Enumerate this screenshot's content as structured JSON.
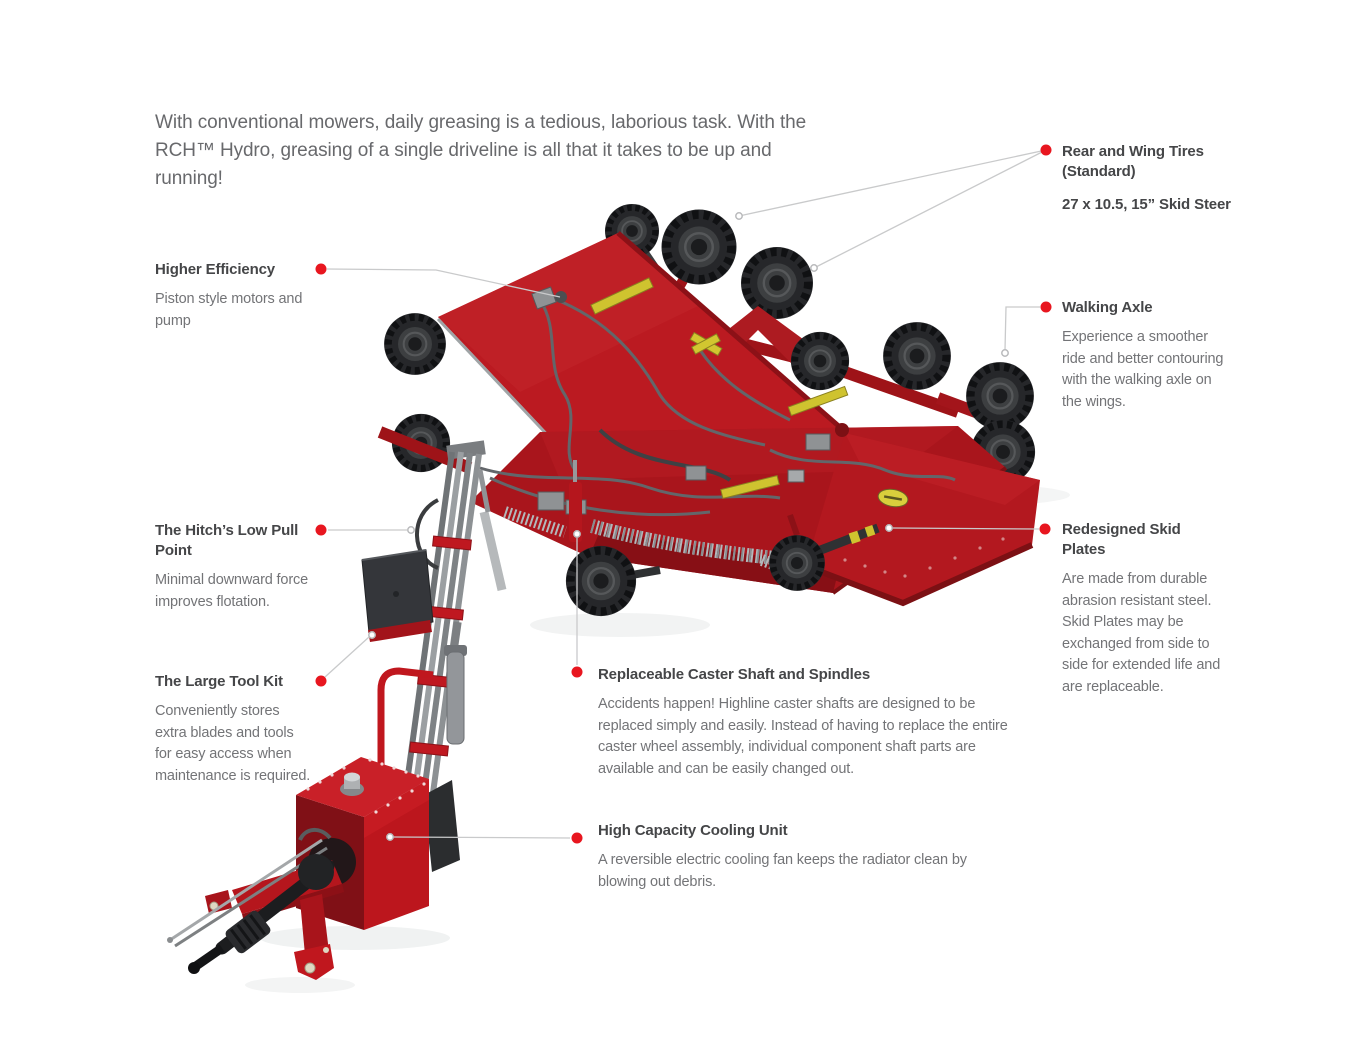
{
  "colors": {
    "accent_red": "#e8161f",
    "machine_red": "#b5161d",
    "heading_text": "#454648",
    "body_text": "#737477",
    "leader_line": "#c9cacb"
  },
  "intro": {
    "text": "With conventional mowers, daily greasing is a tedious, laborious task.  With the RCH™ Hydro, greasing of a single driveline is all that it takes to be up and running!"
  },
  "callouts": [
    {
      "id": "rear-and-wing-tires",
      "title": "Rear and Wing Tires (Standard)",
      "spec": "27 x 10.5, 15” Skid Steer",
      "body": ""
    },
    {
      "id": "higher-efficiency",
      "title": "Higher Efficiency",
      "body": "Piston style motors and pump"
    },
    {
      "id": "walking-axle",
      "title": "Walking Axle",
      "body": "Experience a smoother ride and better contouring with the walking axle on the wings."
    },
    {
      "id": "hitch-low-pull-point",
      "title": "The Hitch’s Low Pull Point",
      "body": "Minimal downward force improves flotation."
    },
    {
      "id": "redesigned-skid-plates",
      "title": "Redesigned Skid Plates",
      "body": "Are made from durable abrasion resistant steel. Skid Plates may be exchanged from side to side for extended life and are replaceable."
    },
    {
      "id": "large-tool-kit",
      "title": "The Large Tool Kit",
      "body": "Conveniently stores extra blades and tools for easy access when maintenance is required."
    },
    {
      "id": "replaceable-caster-shaft",
      "title": "Replaceable Caster Shaft and Spindles",
      "body": "Accidents happen!  Highline caster shafts are designed to be replaced simply and easily.  Instead of having to replace the entire caster wheel assembly, individual component shaft parts are available and can be easily changed out."
    },
    {
      "id": "high-capacity-cooling-unit",
      "title": "High Capacity Cooling Unit",
      "body": "A reversible electric cooling fan keeps the radiator clean by blowing out debris."
    }
  ]
}
